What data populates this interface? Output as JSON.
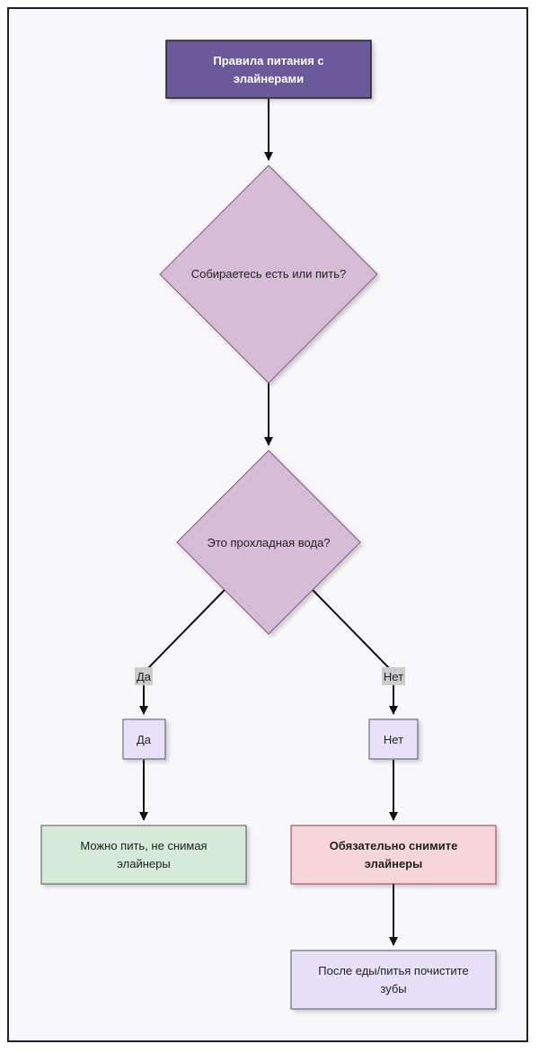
{
  "diagram": {
    "title_lines": [
      "Правила питания с",
      "элайнерами"
    ],
    "question_food": "Собираетесь есть или пить?",
    "question_water": "Это прохладная вода?",
    "edge_yes": "Да",
    "edge_no": "Нет",
    "node_yes": "Да",
    "node_no": "Нет",
    "result_ok_lines": [
      "Можно пить, не снимая",
      "элайнеры"
    ],
    "result_remove_lines": [
      "Обязательно снимите",
      "элайнеры"
    ],
    "brush_lines": [
      "После еды/питья почистите",
      "зубы"
    ]
  },
  "colors": {
    "title_fill": "#6a5a99",
    "diamond_fill": "#d6bcd6",
    "small_box_fill": "#e7e2f7",
    "ok_fill": "#d5ebd8",
    "remove_fill": "#f6d6d9",
    "brush_fill": "#e6e1f6",
    "edge_label_bg": "#cccccc"
  }
}
